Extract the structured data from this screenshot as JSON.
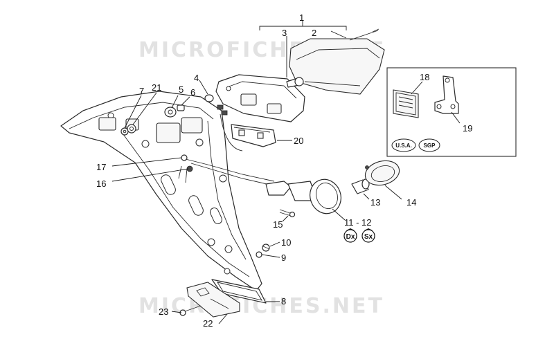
{
  "watermark": {
    "text": "MICROFICHES.NET"
  },
  "callouts": {
    "n1": "1",
    "n2": "2",
    "n3": "3",
    "n4": "4",
    "n5": "5",
    "n6": "6",
    "n7": "7",
    "n8": "8",
    "n9": "9",
    "n10": "10",
    "n11_12": "11 - 12",
    "n13": "13",
    "n14": "14",
    "n15": "15",
    "n16": "16",
    "n17": "17",
    "n18": "18",
    "n19": "19",
    "n20": "20",
    "n21": "21",
    "n22": "22",
    "n23": "23"
  },
  "variants": {
    "usa": "U.S.A.",
    "sgp": "SGP"
  },
  "sides": {
    "dx": "Dx",
    "sx": "Sx"
  }
}
